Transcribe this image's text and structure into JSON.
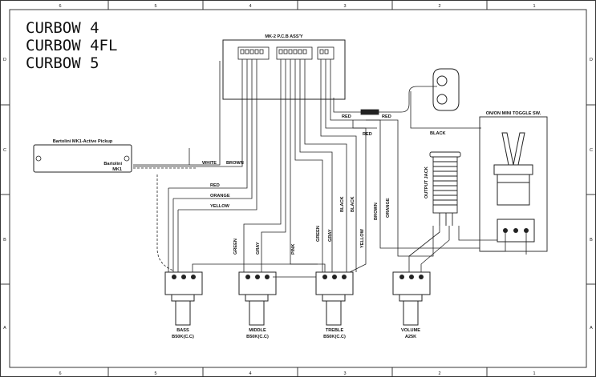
{
  "titles": [
    "CURBOW 4",
    "CURBOW 4FL",
    "CURBOW 5"
  ],
  "frame": {
    "columns": [
      "6",
      "5",
      "4",
      "3",
      "2",
      "1"
    ],
    "rows": [
      "D",
      "C",
      "B",
      "A"
    ]
  },
  "pcb": {
    "label": "MK-2 P.C.B ASS'Y"
  },
  "pickup": {
    "title": "Bartolini MK1-Active Pickup",
    "brand": "Bartolini",
    "model": "MK1"
  },
  "toggle": {
    "label": "ON/ON MINI TOGGLE SW."
  },
  "jack": {
    "label": "OUTPUT JACK"
  },
  "pots": [
    {
      "name": "BASS",
      "value": "B50K(C.C)"
    },
    {
      "name": "MIDDLE",
      "value": "B50K(C.C)"
    },
    {
      "name": "TREBLE",
      "value": "B50K(C.C)"
    },
    {
      "name": "VOLUME",
      "value": "A25K"
    }
  ],
  "wire_labels": {
    "white": "WHITE",
    "brown_pickup": "BROWN",
    "red_pickup": "RED",
    "orange_pickup": "ORANGE",
    "yellow_pickup": "YELLOW",
    "red_battery_left": "RED",
    "red_battery_right": "RED",
    "red_lower": "RED",
    "black_jack": "BLACK",
    "green_mid": "GREEN",
    "gray_mid": "GRAY",
    "pink": "PINK",
    "green_treble": "GREEN",
    "gray_treble": "GRAY",
    "black_1": "BLACK",
    "black_2": "BLACK",
    "yellow_treble": "YELLOW",
    "brown_right": "BROWN",
    "orange_right": "ORANGE"
  }
}
